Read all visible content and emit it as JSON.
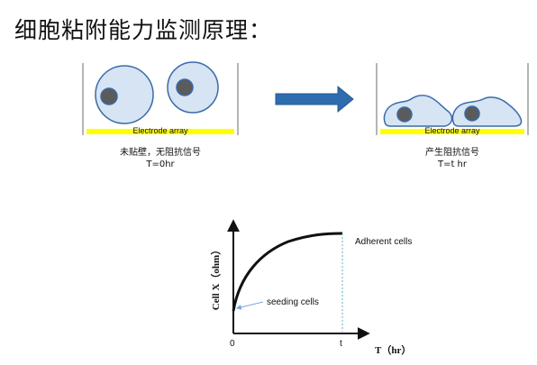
{
  "title": "细胞粘附能力监测原理：",
  "panels": {
    "left": {
      "electrode_label": "Electrode array",
      "caption_line1": "未贴壁，无阻抗信号",
      "caption_line2": "T=0hr"
    },
    "right": {
      "electrode_label": "Electrode array",
      "caption_line1": "产生阻抗信号",
      "caption_line2": "T=t hr"
    }
  },
  "colors": {
    "cell_fill": "#d6e4f3",
    "cell_stroke": "#3a6aa8",
    "nucleus": "#5b5b5b",
    "electrode": "#ffff00",
    "arrow": "#2e6cb0",
    "dashed_line": "#5bb5c8"
  },
  "graph": {
    "y_axis_label": "Cell X（ohm）",
    "x_axis_label": "T（hr）",
    "origin_label": "0",
    "t_label": "t",
    "curve_label": "Adherent cells",
    "seeding_label": "seeding cells"
  }
}
